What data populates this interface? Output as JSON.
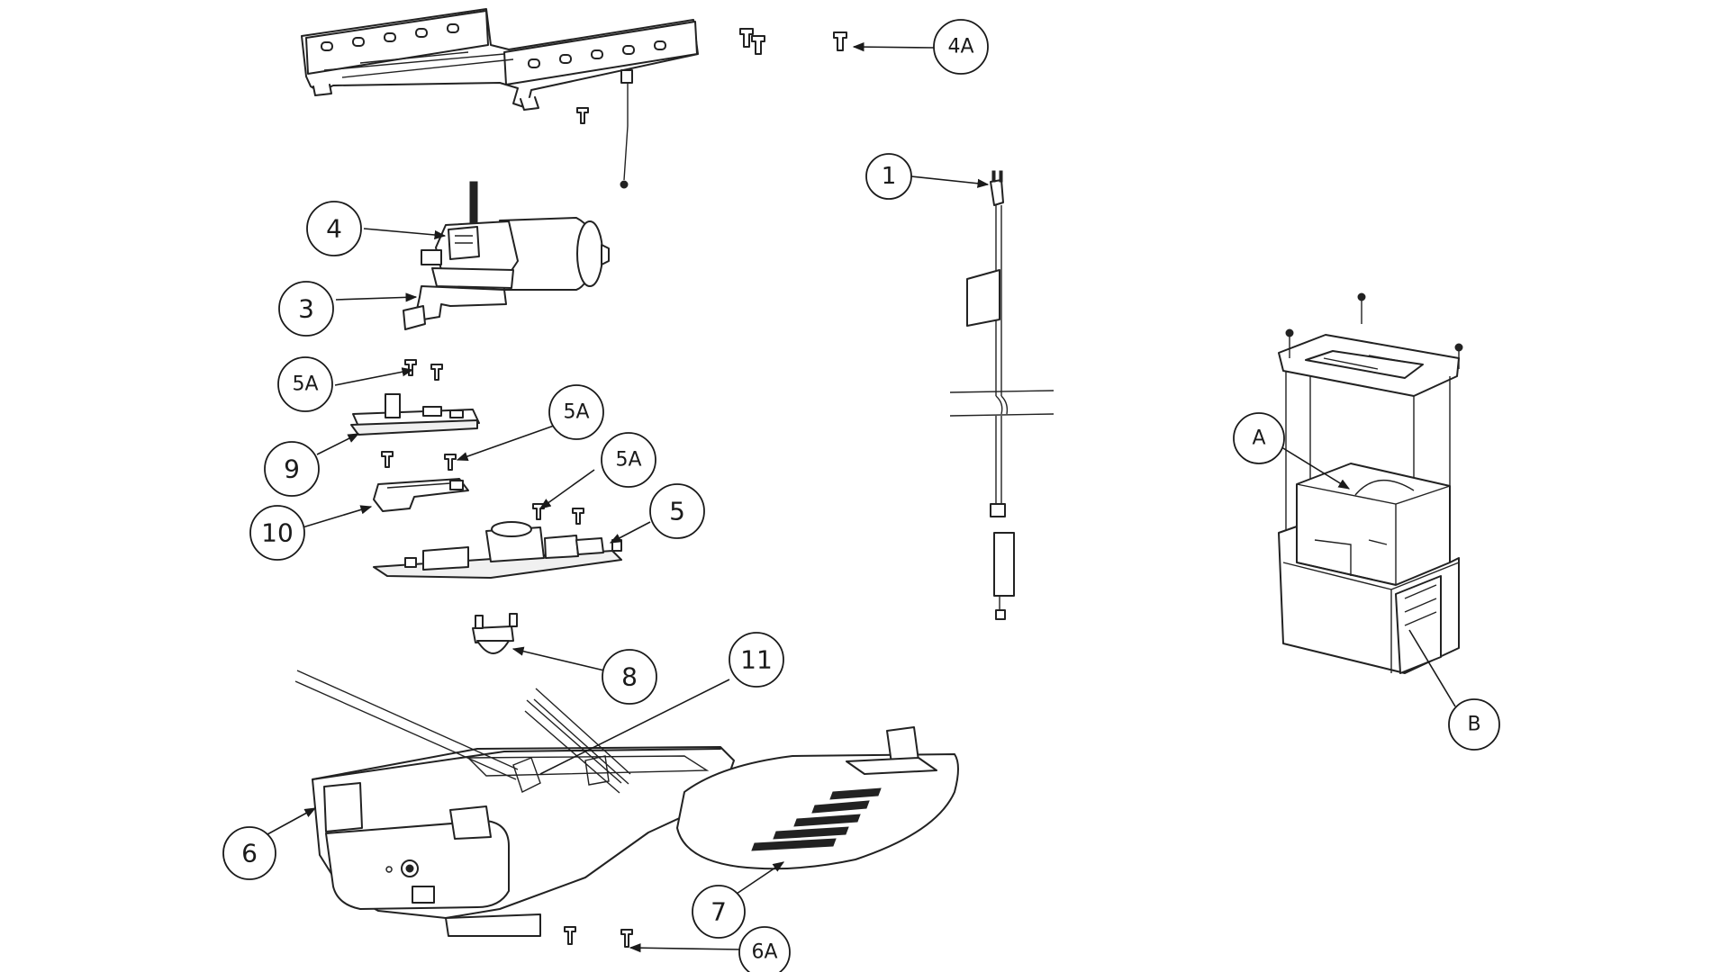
{
  "callouts": [
    {
      "id": "1",
      "label": "1"
    },
    {
      "id": "3",
      "label": "3"
    },
    {
      "id": "4",
      "label": "4"
    },
    {
      "id": "4A",
      "label": "4A"
    },
    {
      "id": "5",
      "label": "5"
    },
    {
      "id": "5A-1",
      "label": "5A"
    },
    {
      "id": "5A-2",
      "label": "5A"
    },
    {
      "id": "5A-3",
      "label": "5A"
    },
    {
      "id": "6",
      "label": "6"
    },
    {
      "id": "6A",
      "label": "6A"
    },
    {
      "id": "7",
      "label": "7"
    },
    {
      "id": "8",
      "label": "8"
    },
    {
      "id": "9",
      "label": "9"
    },
    {
      "id": "10",
      "label": "10"
    },
    {
      "id": "11",
      "label": "11"
    },
    {
      "id": "A",
      "label": "A"
    },
    {
      "id": "B",
      "label": "B"
    }
  ],
  "colors": {
    "line": "#222222",
    "fill": "#ffffff",
    "shade": "#f0f0f0"
  }
}
